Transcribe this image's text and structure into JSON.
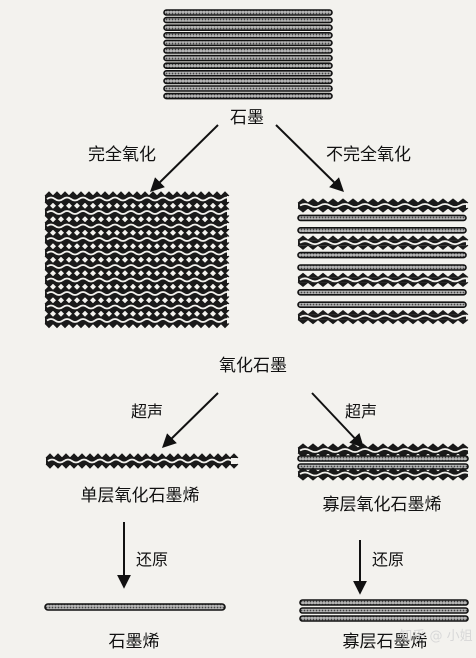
{
  "labels": {
    "graphite": "石墨",
    "full_oxidation": "完全氧化",
    "partial_oxidation": "不完全氧化",
    "graphite_oxide": "氧化石墨",
    "ultrasound_left": "超声",
    "ultrasound_right": "超声",
    "single_layer_go": "单层氧化石墨烯",
    "few_layer_go": "寡层氧化石墨烯",
    "reduction_left": "还原",
    "reduction_right": "还原",
    "graphene": "石墨烯",
    "few_layer_graphene": "寡层石墨烯"
  },
  "watermark": "知乎 @ 小姐",
  "colors": {
    "ink": "#111111",
    "paper": "#f3f2ee",
    "sheet_fill": "#9a9a9a"
  }
}
